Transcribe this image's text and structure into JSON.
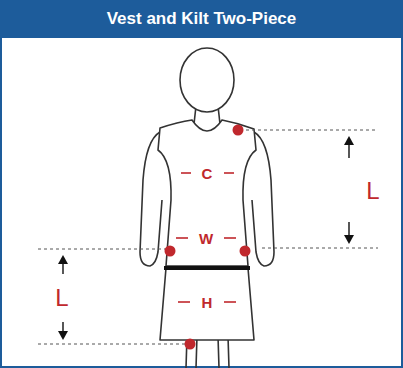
{
  "diagram": {
    "title": "Vest and Kilt Two-Piece",
    "labels": [
      "C",
      "W",
      "H",
      "L",
      "L"
    ]
  }
}
